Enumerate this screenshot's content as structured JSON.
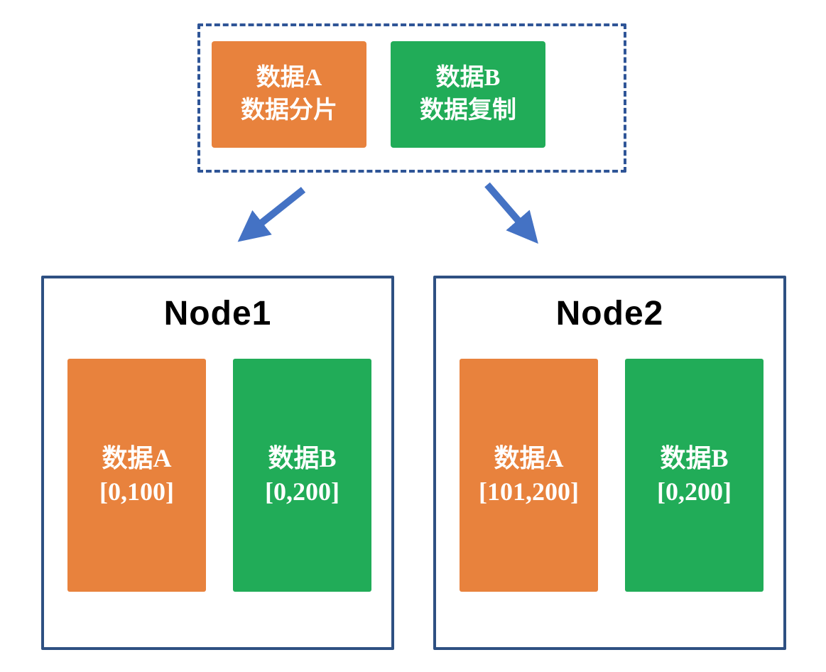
{
  "colors": {
    "background": "#FFFFFF",
    "orange": "#E8823D",
    "green": "#21AC58",
    "arrow_blue": "#4472C4",
    "node_border": "#2E5082",
    "dashed_border": "#2F5597",
    "box_text": "#FFFFFF",
    "title_text": "#000000"
  },
  "source_group": {
    "items": [
      {
        "line1": "数据A",
        "line2": "数据分片",
        "color": "#E8823D"
      },
      {
        "line1": "数据B",
        "line2": "数据复制",
        "color": "#21AC58"
      }
    ]
  },
  "icons": {
    "left_arrow": "arrow-down-left-icon",
    "right_arrow": "arrow-down-right-icon"
  },
  "nodes": [
    {
      "title": "Node1",
      "shards": [
        {
          "label": "数据A",
          "range": "[0,100]",
          "color": "#E8823D"
        },
        {
          "label": "数据B",
          "range": "[0,200]",
          "color": "#21AC58"
        }
      ]
    },
    {
      "title": "Node2",
      "shards": [
        {
          "label": "数据A",
          "range": "[101,200]",
          "color": "#E8823D"
        },
        {
          "label": "数据B",
          "range": "[0,200]",
          "color": "#21AC58"
        }
      ]
    }
  ]
}
